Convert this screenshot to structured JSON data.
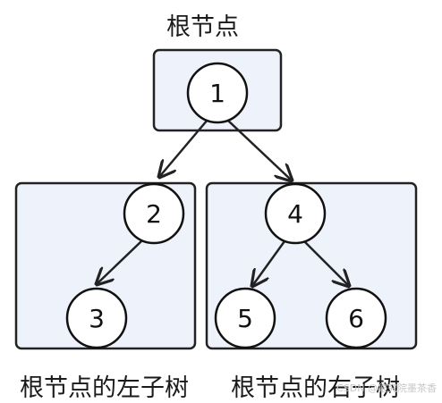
{
  "labels": {
    "root": "根节点",
    "left_subtree": "根节点的左子树",
    "right_subtree": "根节点的右子树"
  },
  "nodes": [
    {
      "id": "1",
      "text": "1"
    },
    {
      "id": "2",
      "text": "2"
    },
    {
      "id": "3",
      "text": "3"
    },
    {
      "id": "4",
      "text": "4"
    },
    {
      "id": "5",
      "text": "5"
    },
    {
      "id": "6",
      "text": "6"
    }
  ],
  "edges": [
    {
      "from": "1",
      "to": "2"
    },
    {
      "from": "1",
      "to": "4"
    },
    {
      "from": "2",
      "to": "3"
    },
    {
      "from": "4",
      "to": "5"
    },
    {
      "from": "4",
      "to": "6"
    }
  ],
  "watermark": "CSDN @猿究院墨茶香",
  "colors": {
    "box_fill": "#eef2fb",
    "stroke": "#222222"
  }
}
